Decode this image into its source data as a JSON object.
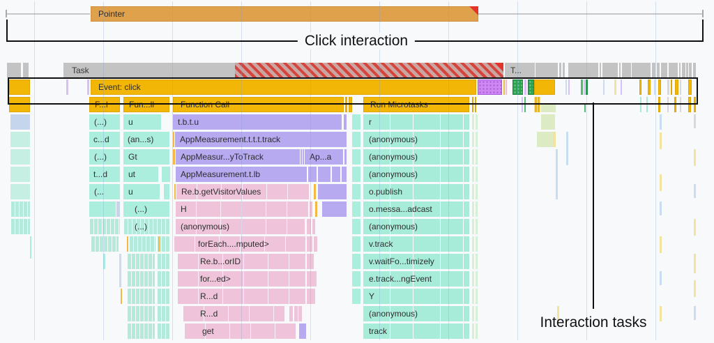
{
  "annotations": {
    "click_interaction": "Click interaction",
    "interaction_tasks": "Interaction tasks"
  },
  "colors": {
    "background": "#f8f9fb",
    "scripting_yellow": "#f1b606",
    "interaction_tan": "#e0a14c",
    "task_gray": "#c3c3c3",
    "candystripe_red": "#d6453c",
    "microtask_teal": "#a7ecd8",
    "function_purple": "#b7aaf1",
    "function_pink": "#efc4da",
    "paint_violet": "#ce87f3",
    "layout_green": "#2ba452",
    "annotation_black": "#0f0f0f"
  },
  "gridlines_x": [
    49,
    148,
    247,
    346,
    445,
    544,
    643,
    742,
    841,
    940
  ],
  "bars": [
    [
      8,
      14,
      2,
      11,
      "gtick"
    ],
    [
      10,
      19,
      119,
      2,
      "gline"
    ],
    [
      130,
      9,
      556,
      22,
      "ptr",
      "Pointer",
      10
    ],
    [
      686,
      19,
      321,
      2,
      "gline"
    ],
    [
      1007,
      14,
      2,
      11,
      "gtick"
    ],
    [
      10,
      90,
      20,
      21,
      "g"
    ],
    [
      33,
      90,
      8,
      21,
      "g"
    ],
    [
      91,
      90,
      631,
      21,
      "g",
      "Task",
      12
    ],
    [
      337,
      90,
      385,
      21,
      "candy"
    ],
    [
      724,
      90,
      43,
      21,
      "g",
      "T...",
      8
    ],
    [
      768,
      90,
      32,
      21,
      "g"
    ],
    [
      802,
      90,
      3,
      21,
      "g"
    ],
    [
      807,
      90,
      3,
      21,
      "g"
    ],
    [
      815,
      90,
      43,
      21,
      "g"
    ],
    [
      860,
      90,
      2,
      21,
      "g"
    ],
    [
      864,
      90,
      22,
      21,
      "g"
    ],
    [
      888,
      90,
      2,
      21,
      "g"
    ],
    [
      892,
      90,
      13,
      21,
      "g"
    ],
    [
      906,
      90,
      27,
      21,
      "g"
    ],
    [
      935,
      90,
      5,
      21,
      "g"
    ],
    [
      942,
      90,
      4,
      21,
      "g"
    ],
    [
      948,
      90,
      9,
      21,
      "g"
    ],
    [
      959,
      90,
      13,
      21,
      "g"
    ],
    [
      974,
      90,
      2,
      21,
      "g"
    ],
    [
      978,
      90,
      5,
      21,
      "g"
    ],
    [
      984,
      90,
      3,
      21,
      "g"
    ],
    [
      988,
      90,
      4,
      21,
      "g"
    ],
    [
      994,
      90,
      4,
      21,
      "g"
    ],
    [
      13,
      114,
      30,
      22,
      "y"
    ],
    [
      95,
      114,
      3,
      22,
      "lav"
    ],
    [
      125,
      114,
      3,
      22,
      "lav"
    ],
    [
      130,
      114,
      553,
      22,
      "y",
      "Event: click",
      10
    ],
    [
      685,
      114,
      35,
      22,
      "vd"
    ],
    [
      722,
      114,
      2,
      22,
      "or"
    ],
    [
      725,
      114,
      2,
      22,
      "pkt"
    ],
    [
      735,
      114,
      15,
      22,
      "gd"
    ],
    [
      752,
      114,
      3,
      22,
      "lav"
    ],
    [
      757,
      114,
      9,
      22,
      "gd"
    ],
    [
      766,
      114,
      30,
      22,
      "y"
    ],
    [
      811,
      114,
      2,
      22,
      "pb"
    ],
    [
      815,
      114,
      2,
      22,
      "lav"
    ],
    [
      833,
      114,
      3,
      22,
      "grt"
    ],
    [
      837,
      114,
      2,
      22,
      "lav"
    ],
    [
      840,
      114,
      3,
      22,
      "gd"
    ],
    [
      865,
      114,
      2,
      22,
      "pb"
    ],
    [
      881,
      114,
      3,
      22,
      "py"
    ],
    [
      890,
      114,
      2,
      22,
      "lav"
    ],
    [
      917,
      114,
      3,
      22,
      "y"
    ],
    [
      929,
      114,
      4,
      22,
      "y"
    ],
    [
      938,
      114,
      2,
      22,
      "pb"
    ],
    [
      944,
      114,
      4,
      22,
      "y"
    ],
    [
      957,
      114,
      3,
      22,
      "wt"
    ],
    [
      962,
      114,
      2,
      22,
      "y"
    ],
    [
      968,
      114,
      5,
      22,
      "y"
    ],
    [
      975,
      114,
      2,
      22,
      "wt"
    ],
    [
      987,
      114,
      5,
      22,
      "y"
    ],
    [
      13,
      139,
      30,
      22,
      "y"
    ],
    [
      128,
      139,
      44,
      22,
      "y",
      "F...l",
      7
    ],
    [
      177,
      139,
      66,
      22,
      "y",
      "Fun...ll",
      7
    ],
    [
      248,
      139,
      245,
      22,
      "y",
      "Function Call",
      10
    ],
    [
      495,
      139,
      3,
      22,
      "y"
    ],
    [
      500,
      139,
      5,
      22,
      "y"
    ],
    [
      521,
      139,
      152,
      22,
      "y",
      "Run Microtasks",
      9
    ],
    [
      677,
      139,
      2,
      22,
      "y"
    ],
    [
      681,
      139,
      2,
      22,
      "y"
    ],
    [
      748,
      139,
      2,
      22,
      "lav"
    ],
    [
      752,
      139,
      2,
      22,
      "grt"
    ],
    [
      766,
      139,
      9,
      22,
      "ytx"
    ],
    [
      776,
      150,
      21,
      11,
      "lg"
    ],
    [
      838,
      148,
      2,
      13,
      "grt"
    ],
    [
      918,
      139,
      2,
      22,
      "tt"
    ],
    [
      927,
      139,
      2,
      22,
      "tt"
    ],
    [
      944,
      139,
      3,
      22,
      "y"
    ],
    [
      957,
      139,
      2,
      22,
      "wt"
    ],
    [
      967,
      139,
      3,
      22,
      "y"
    ],
    [
      975,
      139,
      2,
      22,
      "wt"
    ],
    [
      987,
      139,
      4,
      22,
      "y"
    ],
    [
      995,
      139,
      3,
      22,
      "y"
    ],
    [
      15,
      164,
      28,
      22,
      "bl"
    ],
    [
      128,
      164,
      44,
      22,
      "t",
      "(...)",
      7
    ],
    [
      177,
      164,
      54,
      22,
      "t",
      "u",
      7
    ],
    [
      248,
      164,
      242,
      22,
      "p",
      "t.b.t.u",
      7
    ],
    [
      493,
      164,
      4,
      22,
      "p"
    ],
    [
      505,
      164,
      12,
      22,
      "t"
    ],
    [
      521,
      164,
      152,
      22,
      "tmain",
      "r",
      8
    ],
    [
      677,
      164,
      3,
      22,
      "lgt"
    ],
    [
      682,
      164,
      3,
      22,
      "lgt"
    ],
    [
      776,
      164,
      20,
      22,
      "lg"
    ],
    [
      946,
      164,
      3,
      22,
      "pb"
    ],
    [
      995,
      164,
      3,
      20,
      "wt"
    ],
    [
      15,
      189,
      28,
      22,
      "tl"
    ],
    [
      128,
      189,
      44,
      22,
      "t",
      "c...d",
      6
    ],
    [
      177,
      189,
      66,
      22,
      "t",
      "(an...s)",
      6
    ],
    [
      248,
      189,
      2,
      22,
      "or"
    ],
    [
      251,
      189,
      246,
      22,
      "p",
      "AppMeasurement.t.t.t.track",
      7
    ],
    [
      505,
      189,
      12,
      22,
      "t"
    ],
    [
      521,
      189,
      152,
      22,
      "tmain",
      "(anonymous)",
      8
    ],
    [
      677,
      189,
      3,
      22,
      "lgt"
    ],
    [
      682,
      189,
      3,
      22,
      "lgt"
    ],
    [
      770,
      189,
      23,
      22,
      "lg"
    ],
    [
      793,
      189,
      4,
      22,
      "py"
    ],
    [
      812,
      189,
      3,
      48,
      "pb"
    ],
    [
      946,
      190,
      3,
      24,
      "py"
    ],
    [
      995,
      214,
      3,
      24,
      "py"
    ],
    [
      15,
      214,
      28,
      22,
      "tl"
    ],
    [
      128,
      214,
      44,
      22,
      "t",
      "(...)",
      7
    ],
    [
      177,
      214,
      66,
      22,
      "t",
      "Gt",
      7
    ],
    [
      248,
      214,
      3,
      22,
      "or"
    ],
    [
      252,
      214,
      178,
      22,
      "p",
      "AppMeasur...yToTrack",
      7
    ],
    [
      431,
      214,
      2,
      22,
      "p"
    ],
    [
      434,
      214,
      2,
      22,
      "p"
    ],
    [
      437,
      214,
      55,
      22,
      "p",
      "Ap...a",
      7
    ],
    [
      494,
      214,
      3,
      22,
      "p"
    ],
    [
      505,
      214,
      12,
      22,
      "t"
    ],
    [
      521,
      214,
      152,
      22,
      "tmain",
      "(anonymous)",
      8
    ],
    [
      677,
      214,
      3,
      22,
      "lgt"
    ],
    [
      682,
      214,
      3,
      22,
      "lgt"
    ],
    [
      797,
      214,
      3,
      72,
      "pb"
    ],
    [
      15,
      239,
      28,
      22,
      "tl"
    ],
    [
      128,
      239,
      44,
      22,
      "t",
      "t...d",
      6
    ],
    [
      177,
      239,
      50,
      22,
      "t",
      "ut",
      7
    ],
    [
      232,
      239,
      12,
      22,
      "t"
    ],
    [
      252,
      239,
      188,
      22,
      "p",
      "AppMeasurement.t.lb",
      7
    ],
    [
      442,
      239,
      12,
      22,
      "p"
    ],
    [
      456,
      239,
      18,
      22,
      "p"
    ],
    [
      476,
      239,
      12,
      22,
      "p"
    ],
    [
      490,
      239,
      7,
      22,
      "p"
    ],
    [
      505,
      239,
      12,
      22,
      "t"
    ],
    [
      521,
      239,
      152,
      22,
      "tmain",
      "(anonymous)",
      8
    ],
    [
      677,
      239,
      3,
      22,
      "lgt"
    ],
    [
      682,
      239,
      3,
      22,
      "lgt"
    ],
    [
      946,
      250,
      3,
      24,
      "py"
    ],
    [
      15,
      264,
      28,
      22,
      "tl"
    ],
    [
      128,
      264,
      44,
      22,
      "t",
      "(...",
      7
    ],
    [
      177,
      264,
      52,
      22,
      "t",
      "u",
      7
    ],
    [
      235,
      264,
      8,
      22,
      "t"
    ],
    [
      250,
      264,
      2,
      22,
      "or"
    ],
    [
      253,
      264,
      190,
      22,
      "pk",
      "Re.b.getVisitorValues",
      7
    ],
    [
      450,
      264,
      3,
      22,
      "or"
    ],
    [
      456,
      264,
      41,
      22,
      "p"
    ],
    [
      505,
      264,
      12,
      22,
      "t"
    ],
    [
      521,
      264,
      152,
      22,
      "tmain",
      "o.publish",
      8
    ],
    [
      677,
      264,
      3,
      22,
      "lgt"
    ],
    [
      682,
      264,
      3,
      22,
      "lgt"
    ],
    [
      995,
      264,
      3,
      20,
      "pb"
    ],
    [
      15,
      289,
      28,
      22,
      "tx"
    ],
    [
      128,
      289,
      38,
      22,
      "t"
    ],
    [
      167,
      289,
      5,
      22,
      "bl"
    ],
    [
      177,
      289,
      66,
      22,
      "t",
      "(...)",
      16
    ],
    [
      252,
      289,
      190,
      22,
      "pk",
      "H",
      7
    ],
    [
      444,
      289,
      4,
      22,
      "pk"
    ],
    [
      452,
      289,
      3,
      22,
      "or"
    ],
    [
      462,
      289,
      35,
      22,
      "p"
    ],
    [
      505,
      289,
      12,
      22,
      "t"
    ],
    [
      521,
      289,
      152,
      22,
      "tmain",
      "o.messa...adcast",
      8
    ],
    [
      677,
      289,
      3,
      22,
      "lgt"
    ],
    [
      682,
      289,
      3,
      22,
      "lgt"
    ],
    [
      946,
      289,
      3,
      20,
      "pb"
    ],
    [
      15,
      314,
      28,
      22,
      "tx"
    ],
    [
      128,
      314,
      44,
      22,
      "tx"
    ],
    [
      177,
      314,
      66,
      22,
      "tx",
      "(...)",
      16
    ],
    [
      252,
      314,
      185,
      22,
      "pk",
      "(anonymous)",
      7
    ],
    [
      440,
      314,
      6,
      22,
      "pk"
    ],
    [
      448,
      314,
      4,
      22,
      "pk"
    ],
    [
      505,
      314,
      12,
      22,
      "t"
    ],
    [
      521,
      314,
      152,
      22,
      "tmain",
      "(anonymous)",
      8
    ],
    [
      677,
      314,
      3,
      22,
      "lgt"
    ],
    [
      682,
      314,
      3,
      22,
      "lgt"
    ],
    [
      995,
      314,
      3,
      24,
      "py"
    ],
    [
      43,
      339,
      2,
      32,
      "t"
    ],
    [
      130,
      339,
      40,
      22,
      "tx"
    ],
    [
      182,
      339,
      2,
      22,
      "or"
    ],
    [
      185,
      339,
      38,
      22,
      "tx"
    ],
    [
      225,
      339,
      18,
      22,
      "tx"
    ],
    [
      227,
      339,
      2,
      22,
      "or"
    ],
    [
      250,
      339,
      188,
      22,
      "pk",
      "forEach....mputed>",
      34
    ],
    [
      440,
      339,
      8,
      22,
      "pk"
    ],
    [
      450,
      339,
      5,
      22,
      "pk"
    ],
    [
      505,
      339,
      12,
      22,
      "t"
    ],
    [
      521,
      339,
      152,
      22,
      "tmain",
      "v.track",
      8
    ],
    [
      677,
      339,
      3,
      22,
      "lgt"
    ],
    [
      682,
      339,
      3,
      22,
      "lgt"
    ],
    [
      946,
      339,
      3,
      24,
      "py"
    ],
    [
      148,
      364,
      3,
      22,
      "t"
    ],
    [
      171,
      364,
      3,
      48,
      "pb"
    ],
    [
      182,
      364,
      40,
      22,
      "tx"
    ],
    [
      225,
      364,
      18,
      22,
      "tx"
    ],
    [
      255,
      364,
      183,
      22,
      "pk",
      "Re.b...orID",
      32
    ],
    [
      440,
      364,
      10,
      22,
      "pk"
    ],
    [
      505,
      364,
      12,
      22,
      "t"
    ],
    [
      521,
      364,
      152,
      22,
      "tmain",
      "v.waitFo...timizely",
      8
    ],
    [
      677,
      364,
      3,
      22,
      "lgt"
    ],
    [
      682,
      364,
      3,
      22,
      "lgt"
    ],
    [
      995,
      364,
      3,
      28,
      "py"
    ],
    [
      182,
      389,
      40,
      22,
      "tx"
    ],
    [
      225,
      389,
      18,
      22,
      "tx"
    ],
    [
      255,
      389,
      183,
      22,
      "pk",
      "for...ed>",
      32
    ],
    [
      440,
      389,
      14,
      22,
      "pk"
    ],
    [
      505,
      389,
      12,
      22,
      "t"
    ],
    [
      521,
      389,
      152,
      22,
      "tmain",
      "e.track...ngEvent",
      8
    ],
    [
      677,
      389,
      3,
      22,
      "lgt"
    ],
    [
      682,
      389,
      3,
      22,
      "lgt"
    ],
    [
      946,
      389,
      3,
      20,
      "pb"
    ],
    [
      995,
      402,
      3,
      24,
      "py"
    ],
    [
      173,
      414,
      2,
      22,
      "or"
    ],
    [
      182,
      414,
      40,
      22,
      "tx"
    ],
    [
      225,
      414,
      18,
      22,
      "tx"
    ],
    [
      255,
      414,
      183,
      22,
      "pk",
      "R...d",
      32
    ],
    [
      440,
      414,
      12,
      22,
      "pk"
    ],
    [
      505,
      414,
      12,
      22,
      "t"
    ],
    [
      521,
      414,
      152,
      22,
      "tmain",
      "Y",
      8
    ],
    [
      677,
      414,
      3,
      22,
      "lgt"
    ],
    [
      682,
      414,
      3,
      22,
      "lgt"
    ],
    [
      182,
      439,
      40,
      22,
      "tx"
    ],
    [
      225,
      439,
      18,
      22,
      "tx"
    ],
    [
      263,
      439,
      145,
      22,
      "pk",
      "R...d",
      24
    ],
    [
      415,
      439,
      5,
      22,
      "pk"
    ],
    [
      422,
      439,
      5,
      22,
      "pk"
    ],
    [
      428,
      439,
      5,
      22,
      "pk"
    ],
    [
      521,
      439,
      152,
      22,
      "tmain",
      "(anonymous)",
      8
    ],
    [
      677,
      439,
      3,
      22,
      "lgt"
    ],
    [
      682,
      439,
      3,
      22,
      "lgt"
    ],
    [
      799,
      439,
      3,
      26,
      "py"
    ],
    [
      946,
      439,
      3,
      22,
      "py"
    ],
    [
      995,
      439,
      3,
      20,
      "pb"
    ],
    [
      182,
      464,
      40,
      22,
      "tx"
    ],
    [
      225,
      464,
      18,
      22,
      "tx"
    ],
    [
      265,
      464,
      160,
      22,
      "pk",
      "get",
      25
    ],
    [
      429,
      464,
      10,
      22,
      "p"
    ],
    [
      521,
      464,
      152,
      22,
      "tmain",
      "track",
      8
    ],
    [
      677,
      464,
      3,
      22,
      "lgt"
    ],
    [
      682,
      464,
      3,
      22,
      "lgt"
    ]
  ]
}
